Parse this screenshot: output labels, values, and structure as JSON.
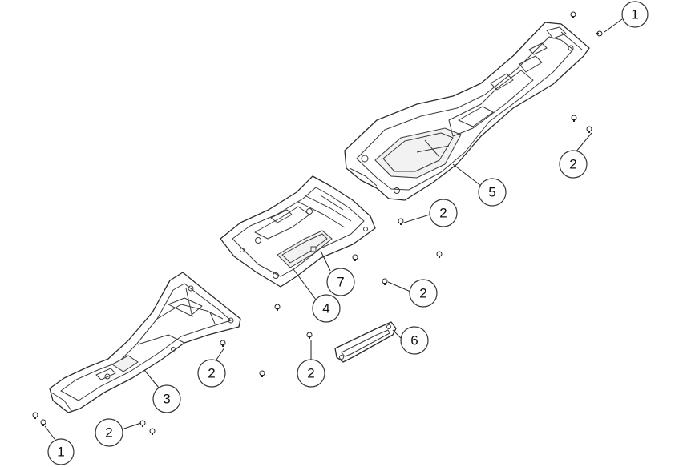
{
  "callouts": {
    "c1_top": "1",
    "c1_bottom": "1",
    "c2_right": "2",
    "c2_mid_upper": "2",
    "c2_mid_lower": "2",
    "c2_center": "2",
    "c2_left_center": "2",
    "c2_bottom_left": "2",
    "c3": "3",
    "c4": "4",
    "c5": "5",
    "c6": "6",
    "c7": "7"
  }
}
